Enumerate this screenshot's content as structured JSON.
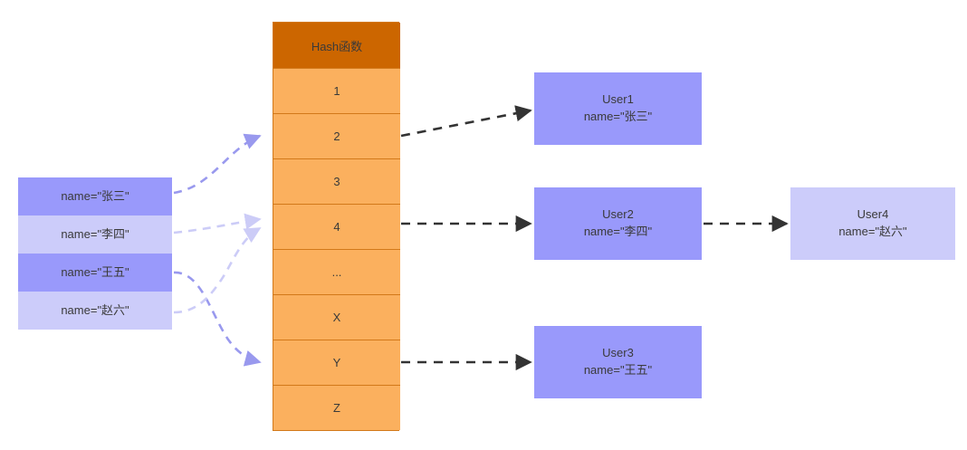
{
  "diagram": {
    "title": "Hash table lookup with hash function mapping user records to buckets",
    "colors": {
      "hash_header_bg": "#cc6600",
      "hash_cell_bg": "#fbb05e",
      "hash_border": "#d2791a",
      "record_dark": "#9999fb",
      "record_light": "#ccccfa",
      "user_dark": "#9999fb",
      "user_light": "#ccccfa",
      "black_arrow": "#333333",
      "purple_arrow_dark": "#9999ee",
      "purple_arrow_light": "#ccccf7",
      "text": "#3a3a3a"
    }
  },
  "records": [
    {
      "label": "name=\"张三\"",
      "shade": "dark"
    },
    {
      "label": "name=\"李四\"",
      "shade": "light"
    },
    {
      "label": "name=\"王五\"",
      "shade": "dark"
    },
    {
      "label": "name=\"赵六\"",
      "shade": "light"
    }
  ],
  "hash_table": {
    "header": "Hash函数",
    "cells": [
      "1",
      "2",
      "3",
      "4",
      "...",
      "X",
      "Y",
      "Z"
    ]
  },
  "users": [
    {
      "name": "User1",
      "attr": "name=\"张三\"",
      "shade": "dark"
    },
    {
      "name": "User2",
      "attr": "name=\"李四\"",
      "shade": "dark"
    },
    {
      "name": "User3",
      "attr": "name=\"王五\"",
      "shade": "dark"
    },
    {
      "name": "User4",
      "attr": "name=\"赵六\"",
      "shade": "light"
    }
  ],
  "edges": {
    "record_to_bucket": [
      {
        "from": "name=\"张三\"",
        "to": "2",
        "style": "dashed",
        "color": "dark"
      },
      {
        "from": "name=\"李四\"",
        "to": "4",
        "style": "dashed",
        "color": "light"
      },
      {
        "from": "name=\"王五\"",
        "to": "Y",
        "style": "dashed",
        "color": "dark"
      },
      {
        "from": "name=\"赵六\"",
        "to": "4",
        "style": "dashed",
        "color": "light"
      }
    ],
    "bucket_to_user": [
      {
        "from": "2",
        "to": "User1",
        "style": "dashed",
        "color": "black"
      },
      {
        "from": "4",
        "to": "User2",
        "style": "dashed",
        "color": "black"
      },
      {
        "from": "Y",
        "to": "User3",
        "style": "dashed",
        "color": "black"
      }
    ],
    "user_to_user": [
      {
        "from": "User2",
        "to": "User4",
        "style": "dashed",
        "color": "black"
      }
    ]
  }
}
